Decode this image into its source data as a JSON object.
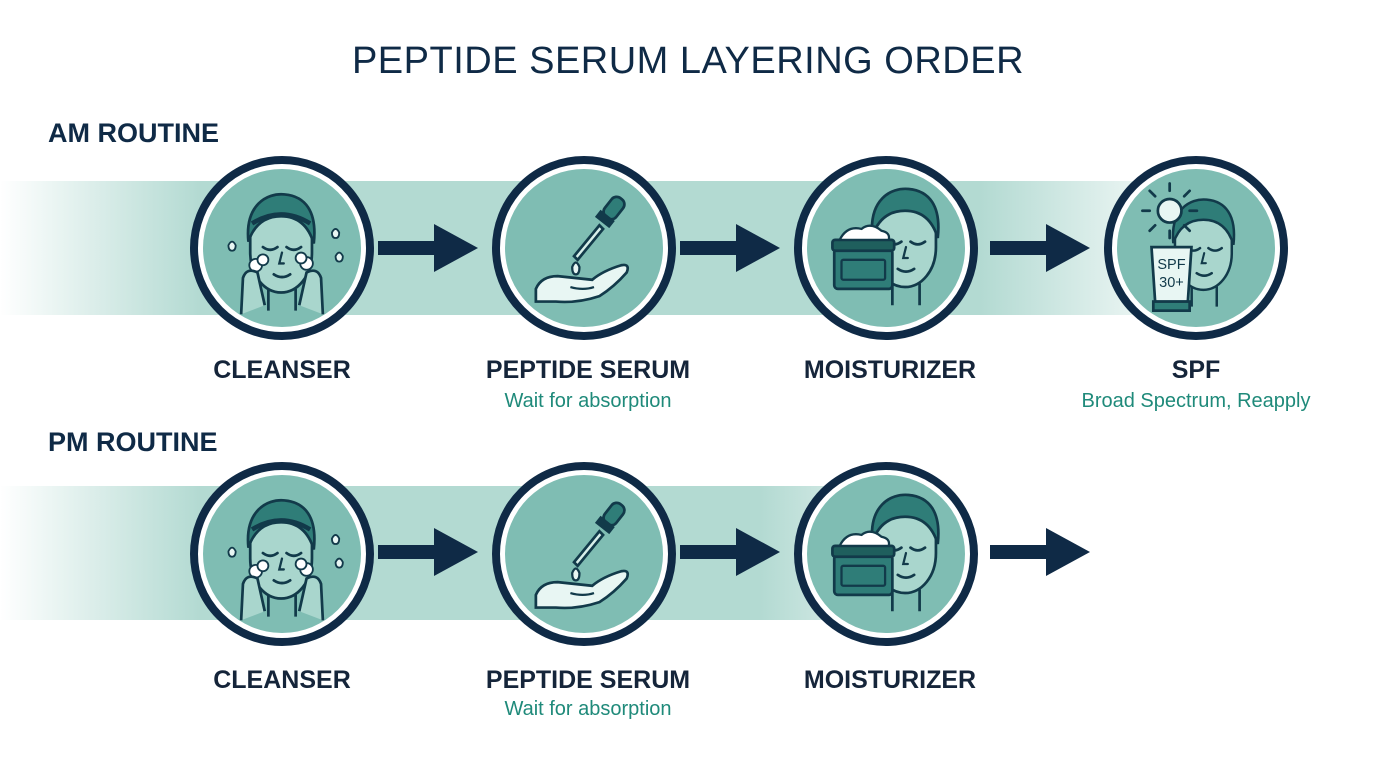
{
  "title": "PEPTIDE SERUM LAYERING ORDER",
  "colors": {
    "navy": "#0f2a46",
    "teal": "#7fbdb3",
    "band": "#b3dad2",
    "note": "#1f8a7a"
  },
  "am": {
    "label": "AM ROUTINE",
    "steps": [
      {
        "name": "CLEANSER",
        "note": "",
        "icon": "face-washing-icon"
      },
      {
        "name": "PEPTIDE SERUM",
        "note": "Wait for absorption",
        "icon": "dropper-hand-icon"
      },
      {
        "name": "MOISTURIZER",
        "note": "",
        "icon": "cream-jar-face-icon"
      },
      {
        "name": "SPF",
        "note": "Broad Spectrum, Reapply",
        "icon": "sunscreen-sun-face-icon",
        "spf_text_line1": "SPF",
        "spf_text_line2": "30+"
      }
    ]
  },
  "pm": {
    "label": "PM ROUTINE",
    "steps": [
      {
        "name": "CLEANSER",
        "note": "",
        "icon": "face-washing-icon"
      },
      {
        "name": "PEPTIDE SERUM",
        "note": "Wait for absorption",
        "icon": "dropper-hand-icon"
      },
      {
        "name": "MOISTURIZER",
        "note": "",
        "icon": "cream-jar-face-icon"
      }
    ]
  }
}
